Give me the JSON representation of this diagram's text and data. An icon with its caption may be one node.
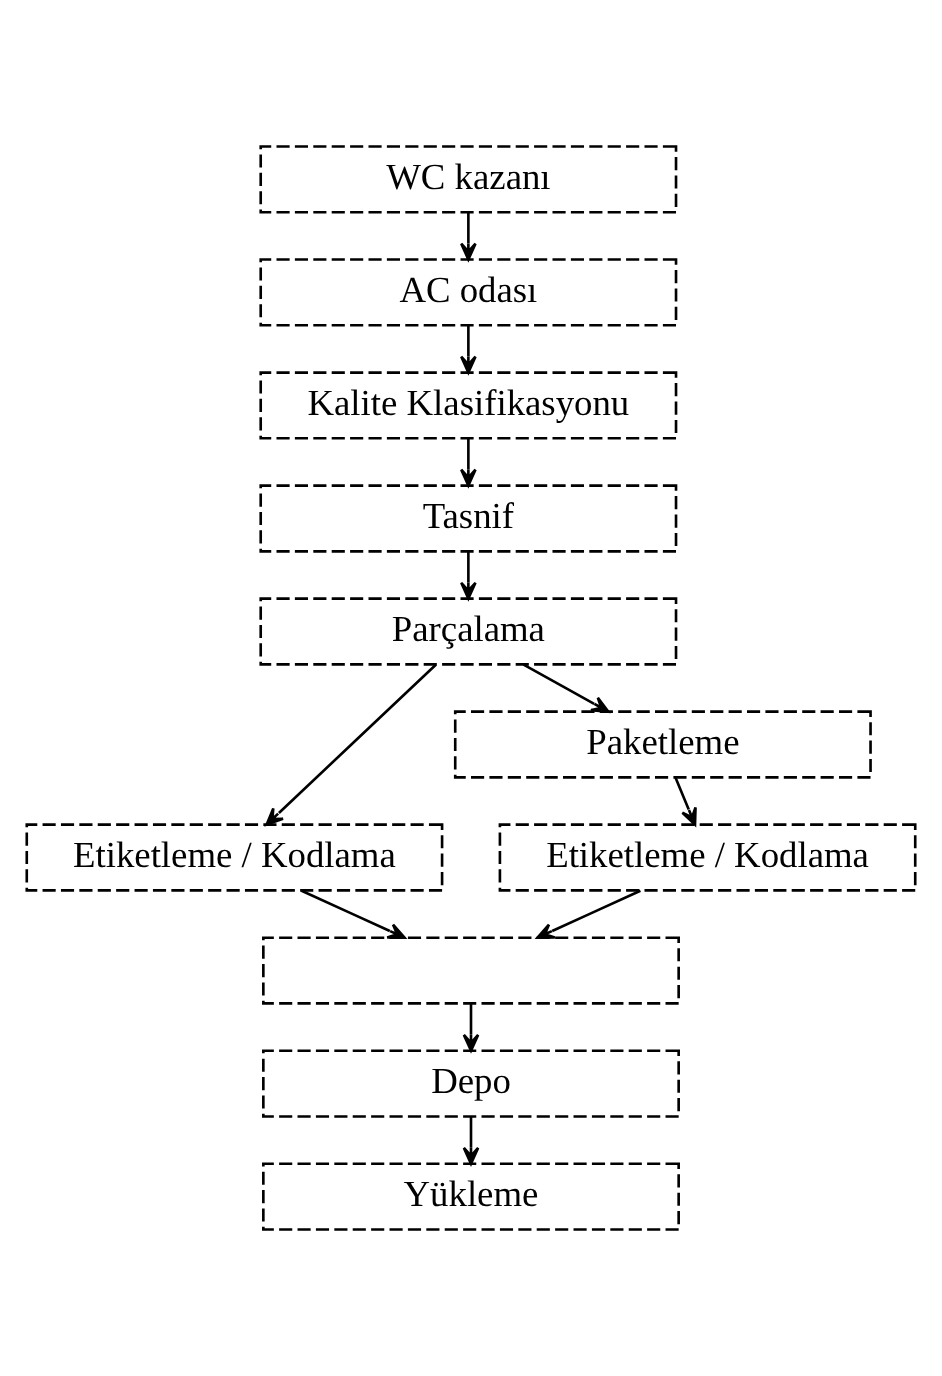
{
  "diagram": {
    "nodes": [
      {
        "text": [
          "WC kazanı"
        ]
      },
      {
        "text": [
          "AC odası"
        ]
      },
      {
        "text": [
          "Kalite Klasifikasyonu"
        ]
      },
      {
        "text": [
          "Tasnif"
        ]
      },
      {
        "text": [
          "Parçalama"
        ]
      },
      {
        "text": [
          "Etiketleme / Kodlama"
        ]
      },
      {
        "text": [
          "Paketleme"
        ]
      },
      {
        "text": [
          "Etiketleme / Kodlama"
        ]
      },
      {
        "text": [],
        "shape": "box"
      },
      {
        "text": [
          "Depo"
        ]
      },
      {
        "text": [
          "Yükleme"
        ]
      }
    ],
    "edges": [
      {
        "from": 0,
        "to": 1,
        "arrow": "to"
      },
      {
        "from": 1,
        "to": 2,
        "arrow": "to"
      },
      {
        "from": 2,
        "to": 3,
        "arrow": "to"
      },
      {
        "from": 3,
        "to": 4,
        "arrow": "to"
      },
      {
        "from": 4,
        "to": 5,
        "arrow": "to"
      },
      {
        "from": 4,
        "to": 6,
        "arrow": "to"
      },
      {
        "from": 6,
        "to": 7,
        "arrow": "to"
      },
      {
        "from": 5,
        "to": 8,
        "arrow": "to"
      },
      {
        "from": 7,
        "to": 8,
        "arrow": "to"
      },
      {
        "from": 8,
        "to": 9,
        "arrow": "to"
      },
      {
        "from": 9,
        "to": 10,
        "arrow": "to"
      }
    ]
  }
}
